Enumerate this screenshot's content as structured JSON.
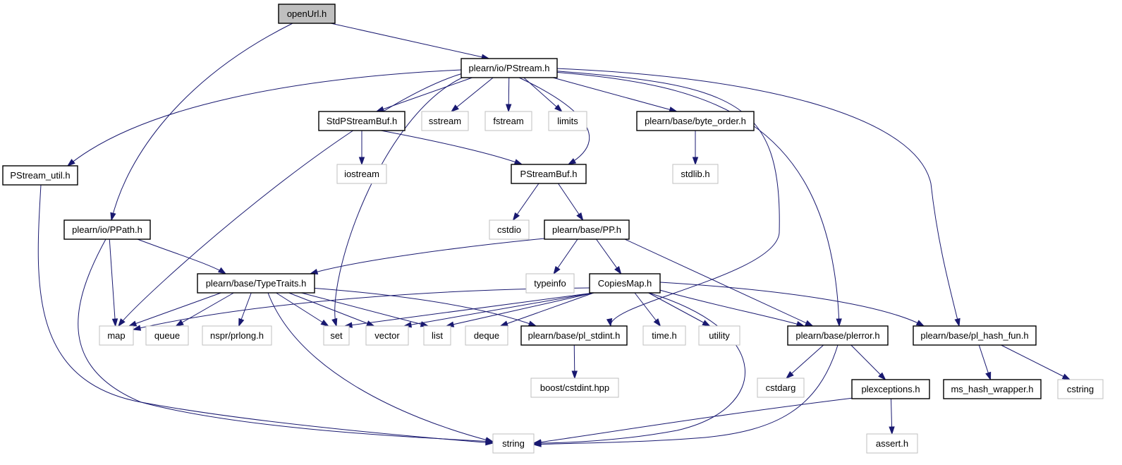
{
  "graph": {
    "nodes": [
      {
        "id": "openUrl",
        "label": "openUrl.h",
        "style": "root"
      },
      {
        "id": "PStream",
        "label": "plearn/io/PStream.h",
        "style": "internal"
      },
      {
        "id": "PStreamUtil",
        "label": "PStream_util.h",
        "style": "internal"
      },
      {
        "id": "PPath",
        "label": "plearn/io/PPath.h",
        "style": "internal"
      },
      {
        "id": "StdPStreamBuf",
        "label": "StdPStreamBuf.h",
        "style": "internal"
      },
      {
        "id": "sstream",
        "label": "sstream",
        "style": "external"
      },
      {
        "id": "fstream",
        "label": "fstream",
        "style": "external"
      },
      {
        "id": "limits",
        "label": "limits",
        "style": "external"
      },
      {
        "id": "byteorder",
        "label": "plearn/base/byte_order.h",
        "style": "internal"
      },
      {
        "id": "iostream",
        "label": "iostream",
        "style": "external"
      },
      {
        "id": "PStreamBuf",
        "label": "PStreamBuf.h",
        "style": "internal"
      },
      {
        "id": "stdlib",
        "label": "stdlib.h",
        "style": "external"
      },
      {
        "id": "cstdio",
        "label": "cstdio",
        "style": "external"
      },
      {
        "id": "PP",
        "label": "plearn/base/PP.h",
        "style": "internal"
      },
      {
        "id": "TypeTraits",
        "label": "plearn/base/TypeTraits.h",
        "style": "internal"
      },
      {
        "id": "typeinfo",
        "label": "typeinfo",
        "style": "external"
      },
      {
        "id": "CopiesMap",
        "label": "CopiesMap.h",
        "style": "internal"
      },
      {
        "id": "map",
        "label": "map",
        "style": "external"
      },
      {
        "id": "queue",
        "label": "queue",
        "style": "external"
      },
      {
        "id": "prlong",
        "label": "nspr/prlong.h",
        "style": "external"
      },
      {
        "id": "set",
        "label": "set",
        "style": "external"
      },
      {
        "id": "vector",
        "label": "vector",
        "style": "external"
      },
      {
        "id": "list",
        "label": "list",
        "style": "external"
      },
      {
        "id": "deque",
        "label": "deque",
        "style": "external"
      },
      {
        "id": "plstdint",
        "label": "plearn/base/pl_stdint.h",
        "style": "internal"
      },
      {
        "id": "timeh",
        "label": "time.h",
        "style": "external"
      },
      {
        "id": "utility",
        "label": "utility",
        "style": "external"
      },
      {
        "id": "plerror",
        "label": "plearn/base/plerror.h",
        "style": "internal"
      },
      {
        "id": "plhash",
        "label": "plearn/base/pl_hash_fun.h",
        "style": "internal"
      },
      {
        "id": "cstdint",
        "label": "boost/cstdint.hpp",
        "style": "external"
      },
      {
        "id": "cstdarg",
        "label": "cstdarg",
        "style": "external"
      },
      {
        "id": "plexceptions",
        "label": "plexceptions.h",
        "style": "internal"
      },
      {
        "id": "mshash",
        "label": "ms_hash_wrapper.h",
        "style": "internal"
      },
      {
        "id": "cstring",
        "label": "cstring",
        "style": "external"
      },
      {
        "id": "string",
        "label": "string",
        "style": "external"
      },
      {
        "id": "asserth",
        "label": "assert.h",
        "style": "external"
      }
    ],
    "edges": [
      [
        "openUrl",
        "PStream"
      ],
      [
        "openUrl",
        "PPath"
      ],
      [
        "PStream",
        "PStreamUtil"
      ],
      [
        "PStream",
        "map"
      ],
      [
        "PStream",
        "set"
      ],
      [
        "PStream",
        "StdPStreamBuf"
      ],
      [
        "PStream",
        "sstream"
      ],
      [
        "PStream",
        "fstream"
      ],
      [
        "PStream",
        "limits"
      ],
      [
        "PStream",
        "PStreamBuf"
      ],
      [
        "PStream",
        "byteorder"
      ],
      [
        "PStream",
        "plstdint"
      ],
      [
        "PStream",
        "plerror"
      ],
      [
        "PStream",
        "plhash"
      ],
      [
        "StdPStreamBuf",
        "iostream"
      ],
      [
        "StdPStreamBuf",
        "PStreamBuf"
      ],
      [
        "byteorder",
        "stdlib"
      ],
      [
        "PStreamUtil",
        "string"
      ],
      [
        "PStreamBuf",
        "cstdio"
      ],
      [
        "PStreamBuf",
        "PP"
      ],
      [
        "PPath",
        "map"
      ],
      [
        "PPath",
        "TypeTraits"
      ],
      [
        "PPath",
        "string"
      ],
      [
        "PP",
        "TypeTraits"
      ],
      [
        "PP",
        "typeinfo"
      ],
      [
        "PP",
        "CopiesMap"
      ],
      [
        "PP",
        "plerror"
      ],
      [
        "TypeTraits",
        "map"
      ],
      [
        "TypeTraits",
        "queue"
      ],
      [
        "TypeTraits",
        "prlong"
      ],
      [
        "TypeTraits",
        "set"
      ],
      [
        "TypeTraits",
        "vector"
      ],
      [
        "TypeTraits",
        "list"
      ],
      [
        "TypeTraits",
        "plstdint"
      ],
      [
        "TypeTraits",
        "string"
      ],
      [
        "CopiesMap",
        "map"
      ],
      [
        "CopiesMap",
        "set"
      ],
      [
        "CopiesMap",
        "vector"
      ],
      [
        "CopiesMap",
        "list"
      ],
      [
        "CopiesMap",
        "deque"
      ],
      [
        "CopiesMap",
        "timeh"
      ],
      [
        "CopiesMap",
        "utility"
      ],
      [
        "CopiesMap",
        "plerror"
      ],
      [
        "CopiesMap",
        "plhash"
      ],
      [
        "CopiesMap",
        "string"
      ],
      [
        "plstdint",
        "cstdint"
      ],
      [
        "plerror",
        "cstdarg"
      ],
      [
        "plerror",
        "plexceptions"
      ],
      [
        "plerror",
        "string"
      ],
      [
        "plexceptions",
        "string"
      ],
      [
        "plexceptions",
        "asserth"
      ],
      [
        "plhash",
        "mshash"
      ],
      [
        "plhash",
        "cstring"
      ]
    ]
  }
}
